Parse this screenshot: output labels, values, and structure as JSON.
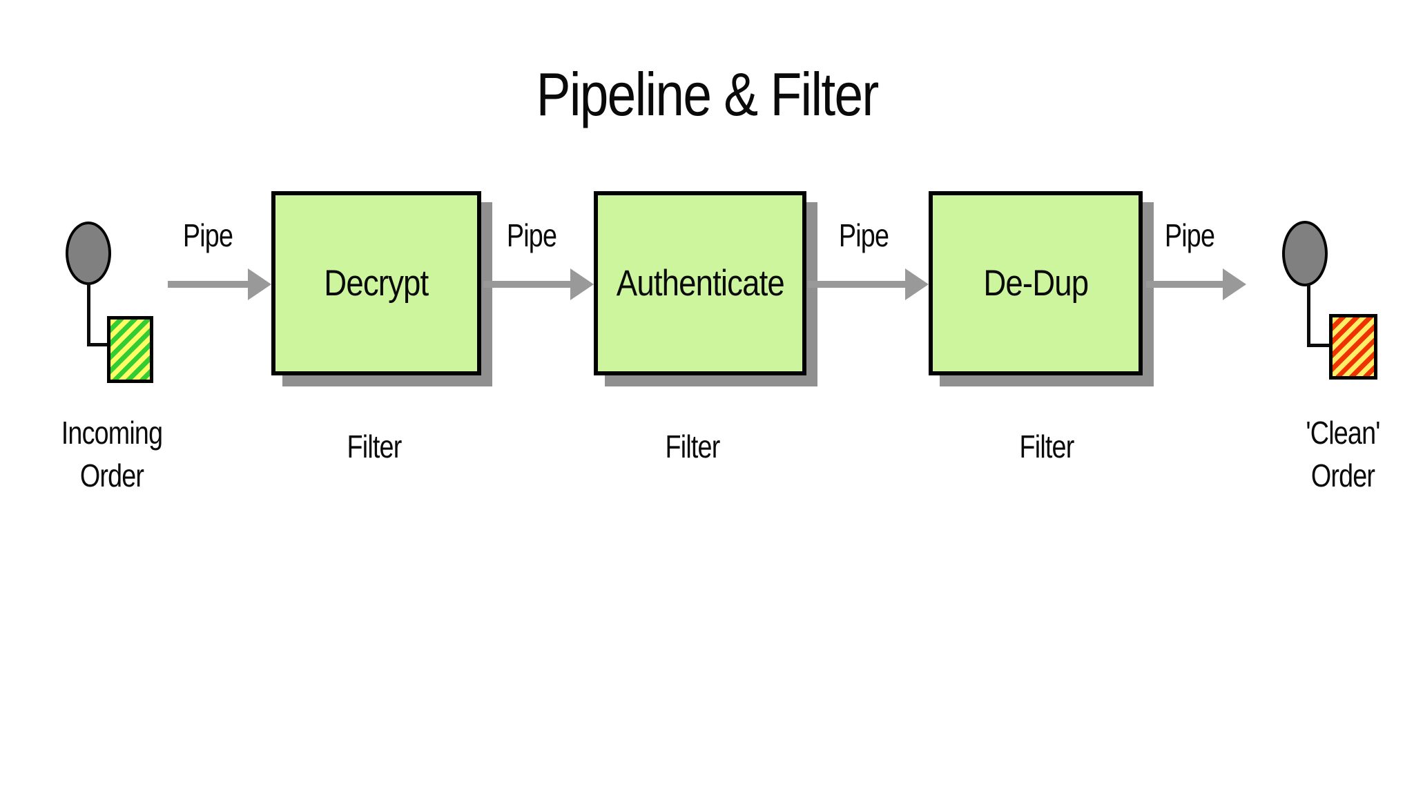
{
  "title": "Pipeline & Filter",
  "nodes": {
    "start": {
      "line1": "Incoming",
      "line2": "Order"
    },
    "end": {
      "line1": "'Clean'",
      "line2": "Order"
    }
  },
  "pipes": [
    {
      "label": "Pipe"
    },
    {
      "label": "Pipe"
    },
    {
      "label": "Pipe"
    },
    {
      "label": "Pipe"
    }
  ],
  "filters": [
    {
      "name": "Decrypt",
      "caption": "Filter"
    },
    {
      "name": "Authenticate",
      "caption": "Filter"
    },
    {
      "name": "De-Dup",
      "caption": "Filter"
    }
  ],
  "colors": {
    "filter_box_fill": "#ccf59e",
    "filter_box_border": "#000000",
    "drop_shadow": "#909090",
    "pipe_arrow": "#999999",
    "actor_ellipse_fill": "#808080",
    "incoming_doc_stripes": [
      "#ffff66",
      "#33cc33"
    ],
    "clean_doc_stripes": [
      "#ffee66",
      "#ee3300"
    ],
    "background": "#ffffff",
    "text": "#000000"
  }
}
